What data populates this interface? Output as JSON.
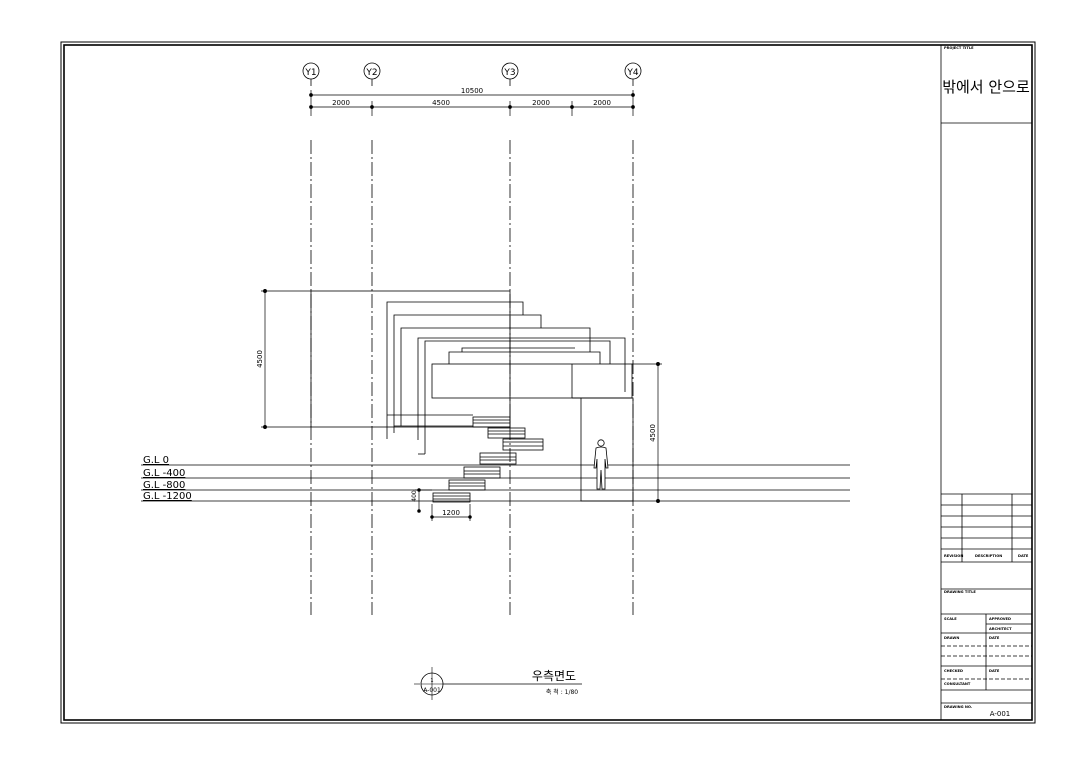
{
  "project_title_label": "PROJECT TITLE",
  "project_title": "밖에서 안으로",
  "title_block": {
    "revision_label": "REVISION",
    "description_label": "DESCRIPTION",
    "date_label": "DATE",
    "drawing_title_label": "DRAWING TITLE",
    "scale_label": "SCALE",
    "approved_label": "APPROVED",
    "architect_label": "ARCHITECT",
    "drawn_label": "DRAWN",
    "drawn_date_label": "DATE",
    "checked_label": "CHECKED",
    "checked_date_label": "DATE",
    "consultant_label": "CONSULTANT",
    "drawing_no_label": "DRAWING NO.",
    "drawing_no": "A-001"
  },
  "grid": {
    "axes": [
      "Y1",
      "Y2",
      "Y3",
      "Y4"
    ],
    "total_dimension": "10500",
    "spacings": [
      "2000",
      "4500",
      "2000",
      "2000"
    ]
  },
  "levels": [
    "G.L 0",
    "G.L -400",
    "G.L -800",
    "G.L -1200"
  ],
  "dimensions": {
    "left_height": "4500",
    "right_height": "4500",
    "step_height": "400",
    "step_width": "1200"
  },
  "caption": {
    "section_number": "1",
    "sheet_ref": "A-001",
    "title": "우측면도",
    "scale": "축 척 : 1/80"
  }
}
